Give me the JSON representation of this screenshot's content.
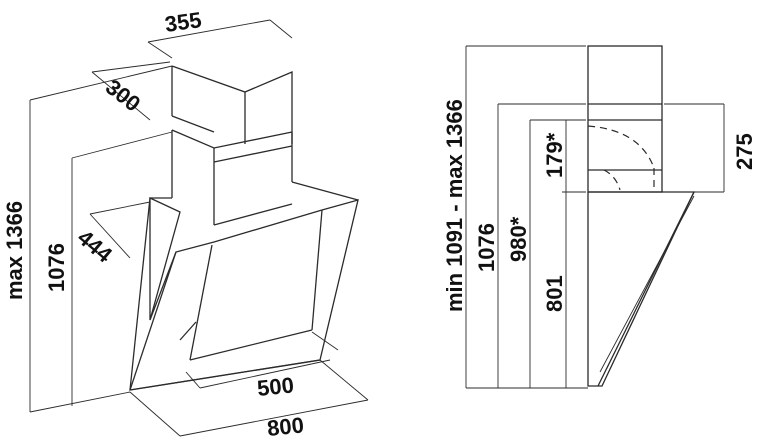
{
  "left_view": {
    "width_top": "355",
    "depth_top": "300",
    "max_height": "max 1366",
    "height": "1076",
    "depth": "444",
    "inner_width": "500",
    "width": "800"
  },
  "right_view": {
    "height_range": "min 1091 - max 1366",
    "height": "1076",
    "height_adj": "980*",
    "upper": "179*",
    "lower": "801",
    "chimney": "275"
  }
}
